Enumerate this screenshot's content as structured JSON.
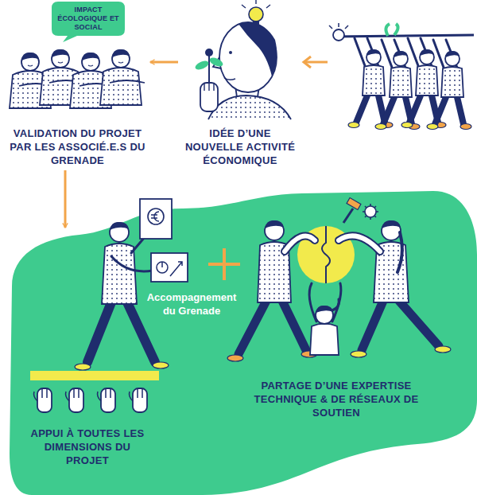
{
  "diagram": {
    "nodes": [
      {
        "text": [
          "VALIDATION DU PROJET PAR LES ASSOCIÉ.E.S DU GRENADE"
        ]
      },
      {
        "text": [
          "IMPACT ÉCOLOGIQUE ET SOCIAL"
        ],
        "in": 0
      },
      {
        "text": [
          "IDÉE D’UNE NOUVELLE ACTIVITÉ ÉCONOMIQUE"
        ]
      },
      {
        "text": [
          "Accompagnement du Grenade"
        ]
      },
      {
        "text": [
          "APPUI À TOUTES LES DIMENSIONS DU PROJET"
        ],
        "in": 3
      },
      {
        "text": [
          "PARTAGE D’UNE EXPERTISE TECHNIQUE & DE RÉSEAUX DE SOUTIEN"
        ],
        "in": 3
      }
    ],
    "edges": [
      {
        "from": 2,
        "to": 0,
        "arrow": "to"
      },
      {
        "from": 0,
        "to": 3,
        "arrow": "to"
      }
    ]
  }
}
